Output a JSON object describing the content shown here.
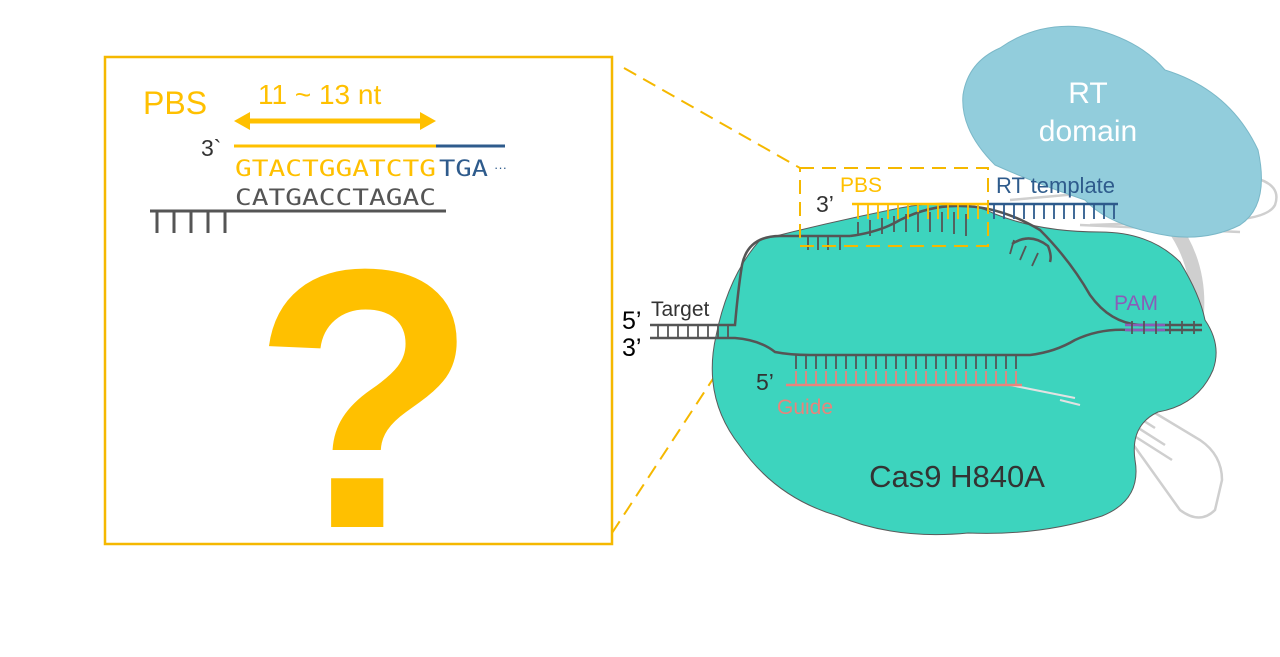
{
  "colors": {
    "pbs_yellow": "#FFC000",
    "frame_yellow": "#F5B800",
    "rt_blue": "#2E5B8C",
    "cas9_teal": "#3DD4BE",
    "rt_domain_blue": "#92CDDC",
    "strand_gray": "#555555",
    "guide_pink": "#E8847C",
    "pam_purple": "#8A5CB8",
    "scaffold_gray": "#CFCFCF"
  },
  "inset": {
    "pbs_label": "PBS",
    "length_label": "11 ~ 13 nt",
    "three_prime_label": "3`",
    "pbs_sequence": "GTACTGGATCTG",
    "rt_sequence": "TGA",
    "ellipsis": "···",
    "target_sequence": "CATGACCTAGAC",
    "question_mark": "?"
  },
  "diagram": {
    "rt_domain_line1": "RT",
    "rt_domain_line2": "domain",
    "pbs_label": "PBS",
    "pbs_three_prime": "3’",
    "rt_template_label": "RT template",
    "target_label": "Target",
    "target_five_prime": "5’",
    "target_three_prime": "3’",
    "pam_label": "PAM",
    "guide_five_prime": "5’",
    "guide_label": "Guide",
    "cas9_label": "Cas9 H840A"
  }
}
